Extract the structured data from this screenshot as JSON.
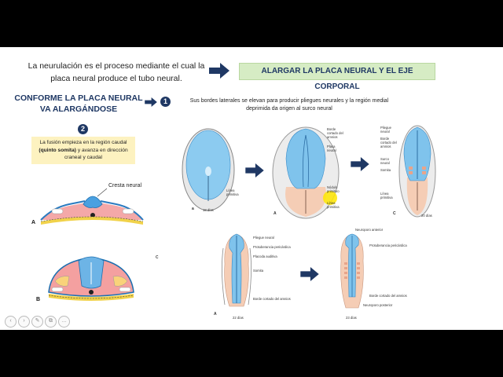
{
  "intro": {
    "line1": "La neurulación es el proceso mediante el cual la",
    "line2": "placa neural produce el tubo neural."
  },
  "banner": "ALARGAR LA PLACA NEURAL Y EL EJE CORPORAL",
  "heading": {
    "line1": "CONFORME LA PLACA NEURAL",
    "line2": "VA ALARGÁNDOSE"
  },
  "step1": "1",
  "step2": "2",
  "description": {
    "line1": "Sus bordes laterales se elevan para producir pliegues neurales y la región medial",
    "line2": "deprimida da origen al surco neural"
  },
  "fusion": {
    "part1": "La fusión empieza en la región caudal ",
    "bold": "(quinto somita)",
    "part2": " y avanza en dirección craneal y caudal"
  },
  "cross_section": {
    "cresta": "Cresta neural",
    "label_a": "A",
    "label_b": "B"
  },
  "embryo_a": {
    "letter": "a",
    "linea": "Línea primitiva",
    "dias": "18 días"
  },
  "embryo_b": {
    "letter": "A",
    "borde": "Borde cortado del amnios",
    "placa": "Placa neural",
    "nodulo": "Nódulo primitivo",
    "linea": "Línea primitiva"
  },
  "embryo_c": {
    "letter": "C",
    "pliegue": "Pliegue neural",
    "borde": "Borde cortado del amnios",
    "surco": "Surco neural",
    "somita": "Somita",
    "linea": "Línea primitiva",
    "dias": "20 días"
  },
  "embryo_d": {
    "letter": "A",
    "pliegue": "Pliegue neural",
    "protub": "Protuberancia pericárdica",
    "placoda": "Placoda auditiva",
    "somita": "Somita",
    "borde": "Borde cortado del amnios",
    "dias": "22 días",
    "mark": "c"
  },
  "embryo_e": {
    "neuroporo_ant": "Neuroporo anterior",
    "protub": "Protuberancia pericárdica",
    "borde": "Borde cortado del amnios",
    "neuroporo_post": "Neuroporo posterior",
    "dias": "23 días"
  },
  "controls": [
    "‹",
    "›",
    "✎",
    "⧉",
    "…"
  ],
  "colors": {
    "navy": "#1f3864",
    "banner_bg": "#d6ecc4",
    "fusion_bg": "#fdf2c0",
    "neural_blue": "#7fc3ec",
    "embryo_peach": "#f5cdb5",
    "highlight": "#ffe600"
  }
}
